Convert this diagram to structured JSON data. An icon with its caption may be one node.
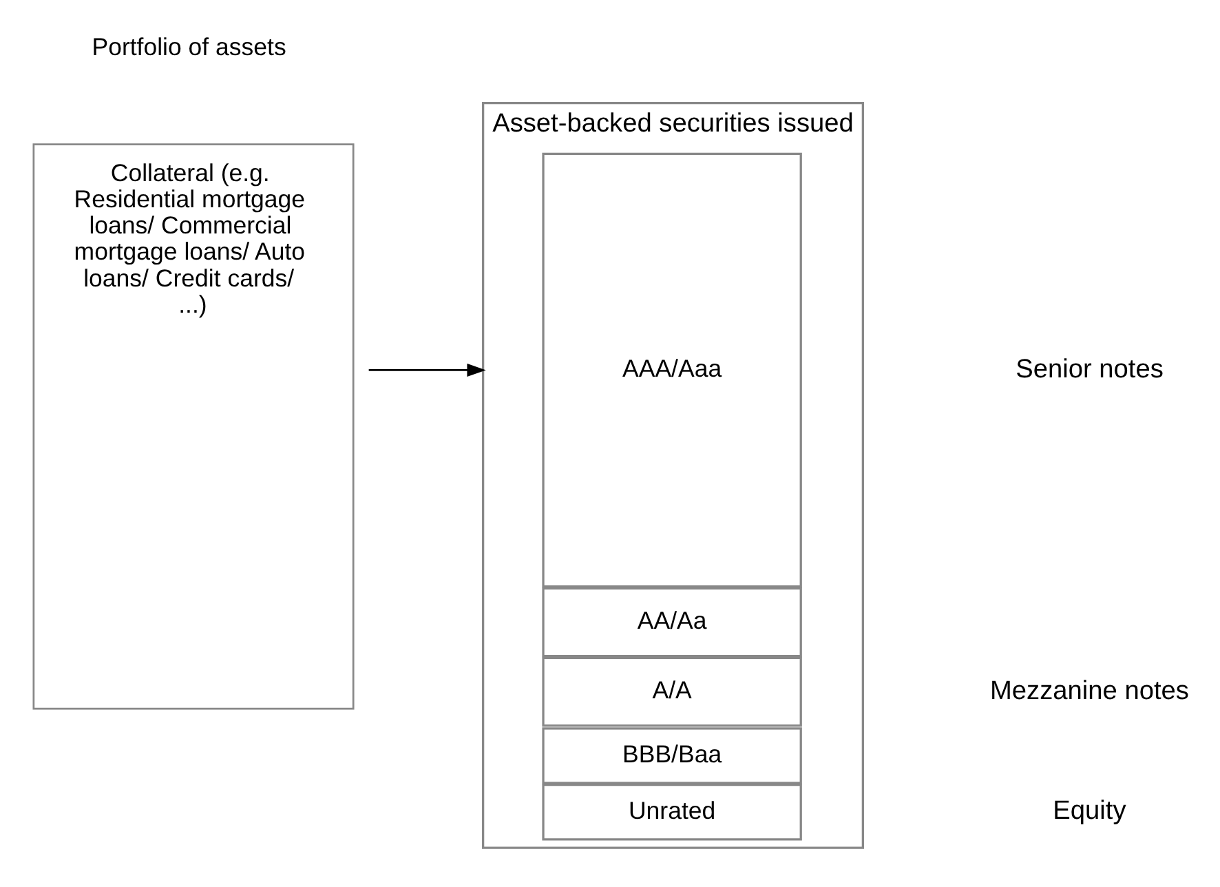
{
  "diagram": {
    "nodes": [
      {
        "text": [
          "Portfolio of assets",
          "Collateral (e.g. Residential mortgage loans/ Commercial mortgage loans/ Auto loans/ Credit cards/ ...)"
        ]
      },
      {
        "text": [
          "Asset-backed securities issued"
        ]
      },
      {
        "text": [
          "AAA/Aaa"
        ],
        "in": 1
      },
      {
        "text": [
          "AA/Aa"
        ],
        "in": 1
      },
      {
        "text": [
          "A/A"
        ],
        "in": 1
      },
      {
        "text": [
          "BBB/Baa"
        ],
        "in": 1
      },
      {
        "text": [
          "Unrated"
        ],
        "in": 1
      }
    ],
    "edges": [
      {
        "from": 0,
        "to": 1,
        "arrow": "to"
      }
    ],
    "labels": [
      "Senior notes",
      "Mezzanine notes",
      "Equity"
    ]
  }
}
